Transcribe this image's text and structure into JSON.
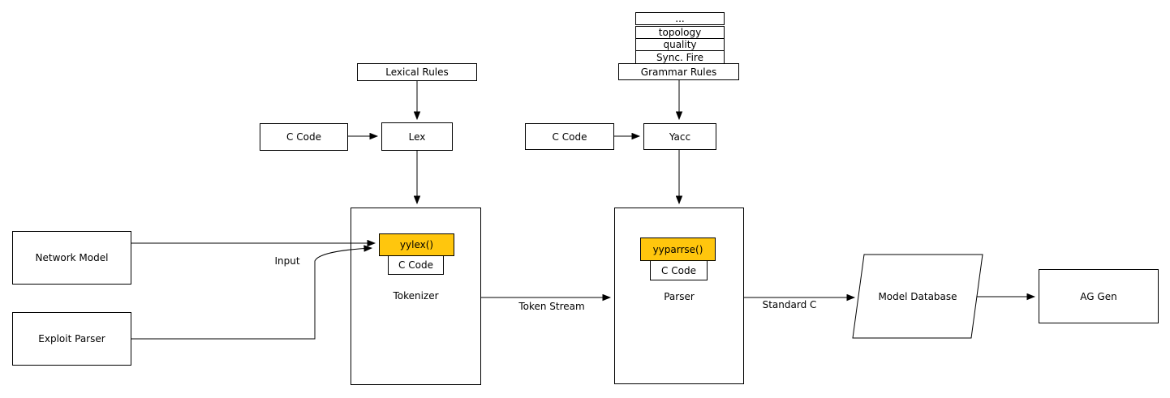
{
  "diagram": {
    "colors": {
      "background": "#ffffff",
      "line": "#000000",
      "box_fill": "#ffffff",
      "highlight": "#ffc60d"
    },
    "nodes": {
      "rules_stack": {
        "items": [
          "...",
          "topology",
          "quality",
          "Sync. Fire"
        ]
      },
      "grammar_rules": {
        "label": "Grammar Rules"
      },
      "lexical_rules": {
        "label": "Lexical Rules"
      },
      "c_code_left": {
        "label": "C Code"
      },
      "lex": {
        "label": "Lex"
      },
      "c_code_right": {
        "label": "C Code"
      },
      "yacc": {
        "label": "Yacc"
      },
      "network_model": {
        "label": "Network Model"
      },
      "exploit_parser": {
        "label": "Exploit Parser"
      },
      "tokenizer": {
        "label": "Tokenizer",
        "function": "yylex()",
        "code": "C Code"
      },
      "parser": {
        "label": "Parser",
        "function": "yyparrse()",
        "code": "C Code"
      },
      "model_database": {
        "label": "Model Database"
      },
      "ag_gen": {
        "label": "AG Gen"
      }
    },
    "edges": {
      "input": {
        "label": "Input"
      },
      "token_stream": {
        "label": "Token Stream"
      },
      "standard_c": {
        "label": "Standard C"
      }
    }
  }
}
